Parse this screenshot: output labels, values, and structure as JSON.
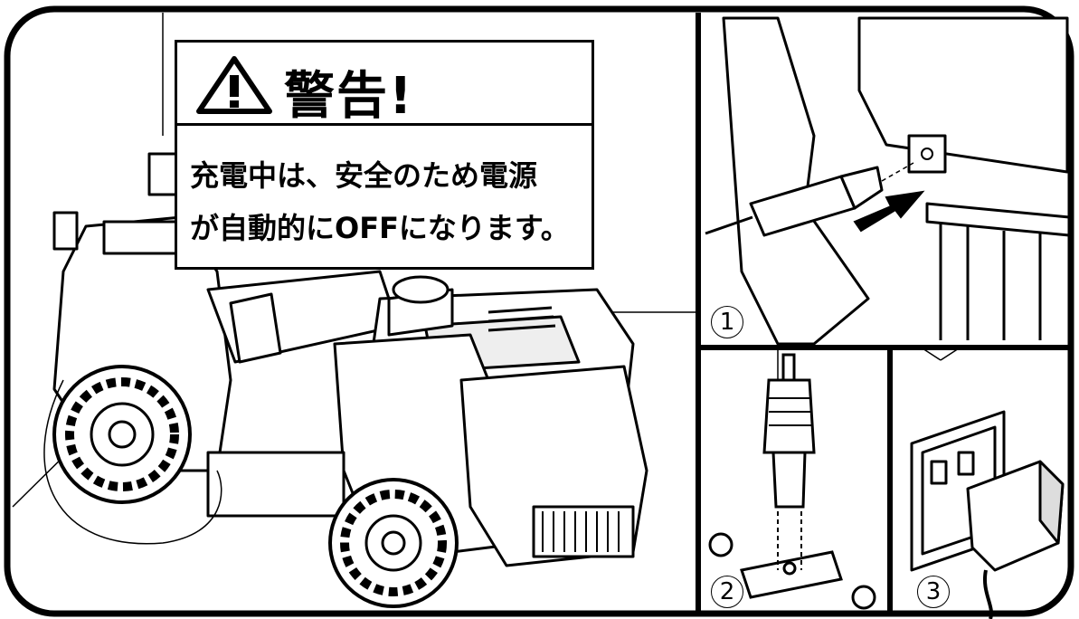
{
  "warning": {
    "title": "警告!",
    "line1": "充電中は、安全のため電源",
    "line2": "が自動的にOFFになります。"
  },
  "steps": {
    "step1": "1",
    "step2": "2",
    "step3": "3"
  },
  "icons": {
    "warning": "warning-triangle-icon",
    "arrow": "insert-arrow-icon"
  }
}
